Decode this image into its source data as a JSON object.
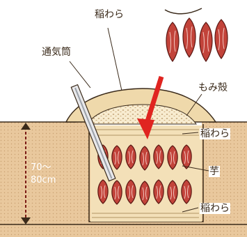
{
  "labels": {
    "top_straw": "稲わら",
    "vent_pipe": "通気筒",
    "rice_husk": "もみ殻",
    "straw_upper": "稲わら",
    "potato": "芋",
    "straw_lower": "稲わら"
  },
  "depth": {
    "line1": "70～",
    "line2": "80cm"
  },
  "colors": {
    "soil": "#e9c89d",
    "mound": "#f0dcb0",
    "husk": "#f8ecd0",
    "potato": "#c2433a",
    "arrow": "#e02420",
    "outline": "#3a2a1a"
  },
  "icons": {
    "arrow": "red-down-arrow-icon",
    "hanging_potatoes": "sweet-potato-bundle-icon",
    "depth_marker": "double-headed-dashed-arrow-icon"
  }
}
